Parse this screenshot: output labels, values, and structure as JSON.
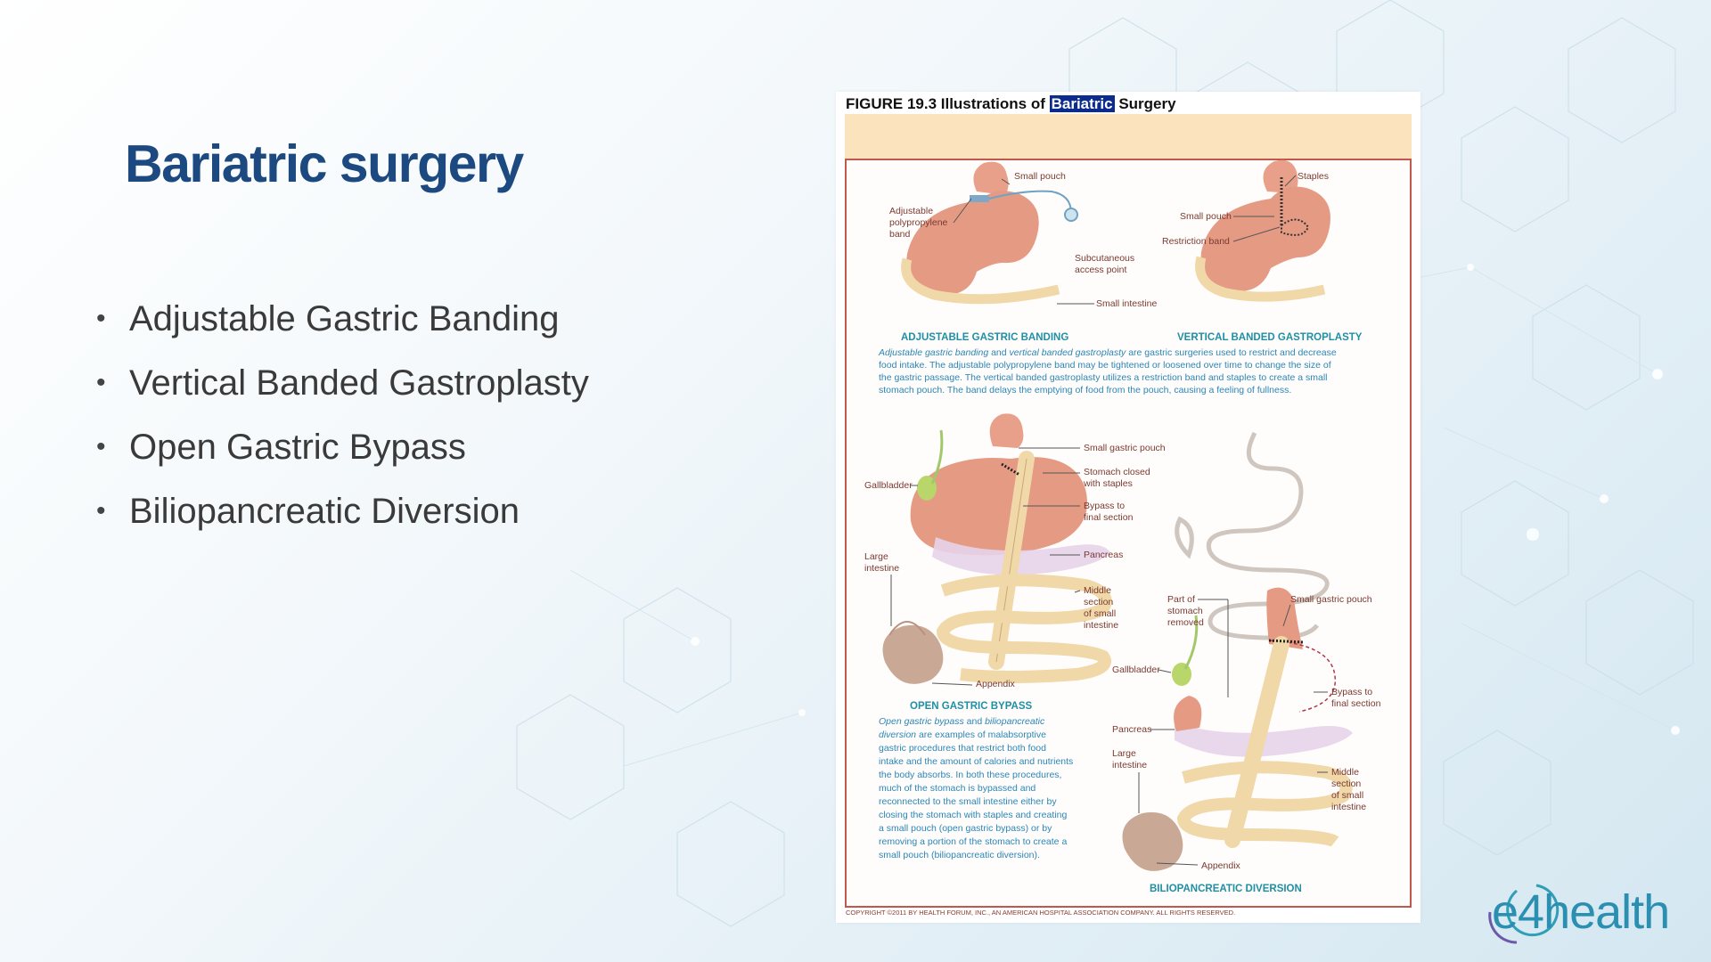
{
  "slide": {
    "title": "Bariatric surgery",
    "bullets": [
      "Adjustable Gastric Banding",
      "Vertical Banded Gastroplasty",
      "Open Gastric Bypass",
      "Biliopancreatic Diversion"
    ]
  },
  "figure": {
    "caption_prefix": "FIGURE 19.3 Illustrations of",
    "caption_highlight": "Bariatric",
    "caption_suffix": "Surgery",
    "banding": {
      "small_pouch": "Small pouch",
      "band_1": "Adjustable",
      "band_2": "polypropylene",
      "band_3": "band",
      "access_1": "Subcutaneous",
      "access_2": "access point",
      "small_intestine": "Small intestine",
      "title": "ADJUSTABLE GASTRIC BANDING"
    },
    "vbg": {
      "staples": "Staples",
      "small_pouch": "Small pouch",
      "restriction_band": "Restriction band",
      "title": "VERTICAL BANDED GASTROPLASTY"
    },
    "caption_top": {
      "line1_italic_a": "Adjustable gastric banding",
      "line1_and": "and",
      "line1_italic_b": "vertical banded gastroplasty",
      "line1_rest": "are gastric surgeries used to restrict and decrease",
      "line2": "food intake. The adjustable polypropylene band may be tightened or loosened over time to change the size of",
      "line3": "the gastric passage. The vertical banded gastroplasty utilizes a restriction band and staples to create a small",
      "line4": "stomach pouch. The band delays the emptying of food from the pouch, causing a feeling of fullness."
    },
    "bypass": {
      "small_gastric_pouch": "Small gastric pouch",
      "closed_1": "Stomach closed",
      "closed_2": "with staples",
      "bypass_1": "Bypass to",
      "bypass_2": "final section",
      "gallbladder": "Gallbladder",
      "large_1": "Large",
      "large_2": "intestine",
      "pancreas": "Pancreas",
      "middle_1": "Middle",
      "middle_2": "section",
      "middle_3": "of small",
      "middle_4": "intestine",
      "appendix": "Appendix",
      "title": "OPEN GASTRIC BYPASS"
    },
    "caption_bottom": {
      "l1_italic": "Open gastric bypass",
      "l1_and": "and",
      "l1_italic_b": "biliopancreatic",
      "l2_italic": "diversion",
      "l2_rest": "are examples of malabsorptive",
      "l3": "gastric procedures that restrict both food",
      "l4": "intake and the amount of calories and nutrients",
      "l5": "the body absorbs. In both these procedures,",
      "l6": "much of the stomach is bypassed and",
      "l7": "reconnected to the small intestine either by",
      "l8": "closing the stomach with staples and creating",
      "l9": "a small pouch (open gastric bypass) or by",
      "l10": "removing a portion of the stomach to create a",
      "l11": "small pouch (biliopancreatic diversion)."
    },
    "bpd": {
      "part_1": "Part of",
      "part_2": "stomach",
      "part_3": "removed",
      "small_gastric_pouch": "Small gastric pouch",
      "gallbladder": "Gallbladder",
      "bypass_1": "Bypass to",
      "bypass_2": "final section",
      "pancreas": "Pancreas",
      "large_1": "Large",
      "large_2": "intestine",
      "middle_1": "Middle",
      "middle_2": "section",
      "middle_3": "of small",
      "middle_4": "intestine",
      "appendix": "Appendix",
      "title": "BILIOPANCREATIC DIVERSION"
    },
    "copyright": "COPYRIGHT ©2011 BY HEALTH FORUM, INC., AN AMERICAN HOSPITAL ASSOCIATION COMPANY. ALL RIGHTS RESERVED."
  },
  "logo": {
    "text": "e4health"
  },
  "colors": {
    "title": "#1c4a80",
    "band": "#fbe3bd",
    "frame": "#c0584e",
    "stomach": "#e59a84",
    "intestine": "#f0d8a8",
    "section_label": "#1f8fa5"
  }
}
